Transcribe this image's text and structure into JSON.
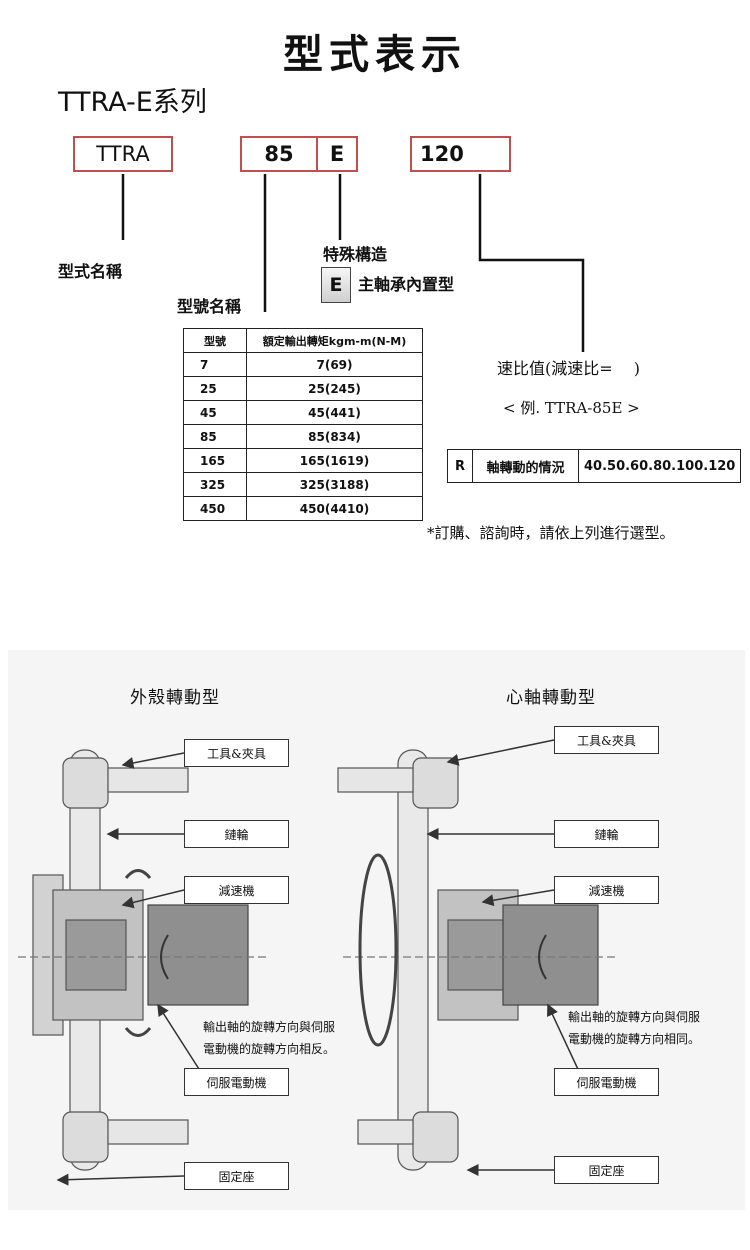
{
  "page_title": "型式表示",
  "series_title": "TTRA-E系列",
  "code": {
    "box1": "TTRA",
    "box2": "85",
    "box3": "E",
    "box4": "120"
  },
  "labels": {
    "model_name": "型式名稱",
    "type_name": "型號名稱",
    "special": "特殊構造",
    "special_code": "E",
    "special_desc": "主軸承內置型",
    "ratio": "速比值(減速比=　 )",
    "example": "< 例. TTRA-85E >"
  },
  "model_table": {
    "headers": [
      "型號",
      "額定輸出轉矩kgm-m(N-M)"
    ],
    "rows": [
      [
        "7",
        "7(69)"
      ],
      [
        "25",
        "25(245)"
      ],
      [
        "45",
        "45(441)"
      ],
      [
        "85",
        "85(834)"
      ],
      [
        "165",
        "165(1619)"
      ],
      [
        "325",
        "325(3188)"
      ],
      [
        "450",
        "450(4410)"
      ]
    ]
  },
  "ratio_table": {
    "code": "R",
    "desc": "軸轉動的情況",
    "values": "40.50.60.80.100.120"
  },
  "note": "*訂購、諮詢時，請依上列進行選型。",
  "diagram": {
    "left_title": "外殼轉動型",
    "right_title": "心軸轉動型",
    "tool": "工具&夾具",
    "sprocket": "鏈輪",
    "reducer": "減速機",
    "motor": "伺服電動機",
    "base": "固定座",
    "left_desc_1": "輸出軸的旋轉方向與伺服",
    "left_desc_2": "電動機的旋轉方向相反。",
    "right_desc_1": "輸出軸的旋轉方向與伺服",
    "right_desc_2": "電動機的旋轉方向相同。"
  }
}
